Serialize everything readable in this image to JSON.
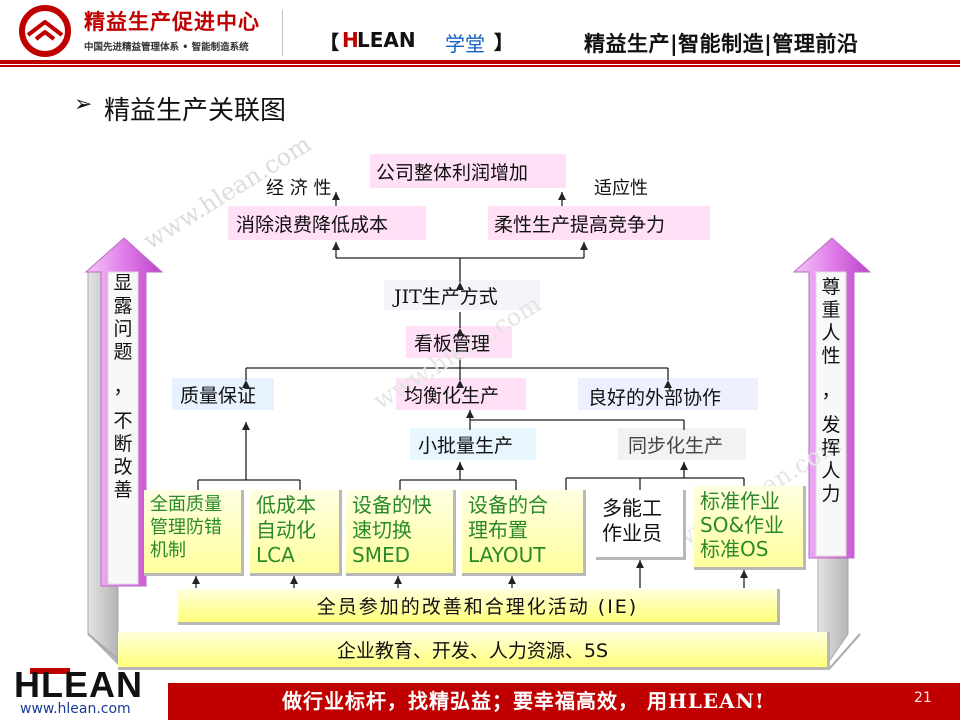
{
  "header": {
    "org_name": "精益生产促进中心",
    "org_tagline": "中国先进精益管理体系 • 智能制造系统",
    "brand": {
      "left_bracket": "【",
      "h": "H",
      "rest": "LEAN",
      "xuetang": "学堂",
      "right_bracket": "】"
    },
    "slogan_right": "精益生产|智能制造|管理前沿"
  },
  "title": {
    "arrow": "➢",
    "text": "精益生产关联图"
  },
  "watermark": "www.hlean.com",
  "diagram": {
    "top": {
      "profit": "公司整体利润增加",
      "economy": "经 济 性",
      "adaptability": "适应性",
      "cost_reduction": "消除浪费降低成本",
      "flexible_production": "柔性生产提高竞争力"
    },
    "jit": "JIT生产方式",
    "kanban": "看板管理",
    "middle": {
      "quality": "质量保证",
      "leveling": "均衡化生产",
      "external": "良好的外部协作",
      "small_lot": "小批量生产",
      "sync": "同步化生产"
    },
    "foundations": [
      {
        "lines": [
          "全面质量",
          "管理防错",
          "机制"
        ],
        "color": "green"
      },
      {
        "lines": [
          "低成本",
          "自动化",
          "LCA"
        ],
        "color": "green"
      },
      {
        "lines": [
          "设备的快",
          "速切换",
          "SMED"
        ],
        "color": "green"
      },
      {
        "lines": [
          "设备的合",
          "理布置",
          "LAYOUT"
        ],
        "color": "green"
      },
      {
        "lines": [
          "多能工",
          "作业员"
        ],
        "color": "black"
      },
      {
        "lines": [
          "标准作业",
          "SO&作业",
          "标准OS"
        ],
        "color": "green"
      }
    ],
    "ie_bar": "全员参加的改善和合理化活动 (IE)",
    "base_bar": "企业教育、开发、人力资源、5S",
    "left_arrow": [
      "显",
      "露",
      "问",
      "题",
      "，",
      "不",
      "断",
      "改",
      "善"
    ],
    "right_arrow": [
      "尊",
      "重",
      "人",
      "性",
      "，",
      "发",
      "挥",
      "人",
      "力"
    ]
  },
  "footer": {
    "logo": "HLEAN",
    "url": "www.hlean.com",
    "slogan": "做行业标杆，找精弘益；要幸福高效， 用HLEAN!",
    "page_number": "21"
  },
  "colors": {
    "brand_red": "#c00000",
    "foundation_green": "#2a8a2a",
    "arrow_violet": "#cc55d8",
    "box_highlight": "#ffe0f6"
  }
}
